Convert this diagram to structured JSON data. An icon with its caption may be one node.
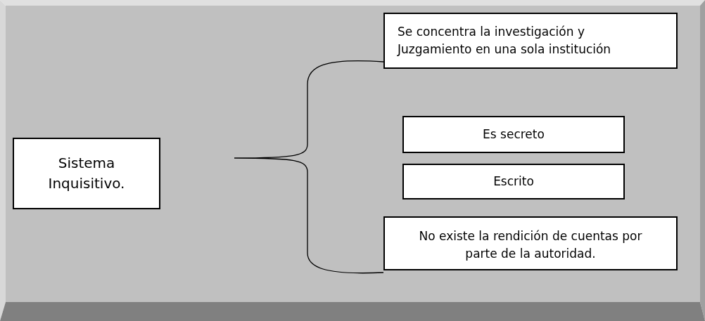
{
  "diagram": {
    "nodes": [
      {
        "text": [
          "Sistema Inquisitivo."
        ]
      },
      {
        "text": [
          "Se concentra la investigación y Juzgamiento en una sola institución"
        ]
      },
      {
        "text": [
          "Es secreto"
        ]
      },
      {
        "text": [
          "Escrito"
        ]
      },
      {
        "text": [
          "No existe la rendición de cuentas por parte de la autoridad."
        ]
      }
    ]
  }
}
